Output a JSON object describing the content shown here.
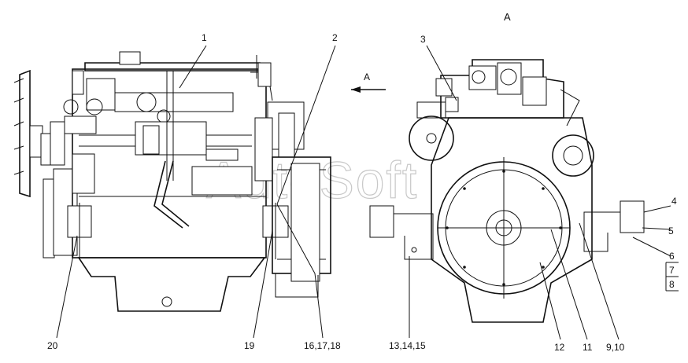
{
  "view_label": "A",
  "arrow_label": "A",
  "watermark": "AutoSoft",
  "callouts": [
    {
      "id": "c1",
      "text": "1"
    },
    {
      "id": "c2",
      "text": "2"
    },
    {
      "id": "c3",
      "text": "3"
    },
    {
      "id": "c4",
      "text": "4"
    },
    {
      "id": "c5",
      "text": "5"
    },
    {
      "id": "c6",
      "text": "6"
    },
    {
      "id": "c7",
      "text": "7"
    },
    {
      "id": "c8",
      "text": "8"
    },
    {
      "id": "c9",
      "text": "9,10"
    },
    {
      "id": "c11",
      "text": "11"
    },
    {
      "id": "c12",
      "text": "12"
    },
    {
      "id": "c13",
      "text": "13,14,15"
    },
    {
      "id": "c16",
      "text": "16,17,18"
    },
    {
      "id": "c19",
      "text": "19"
    },
    {
      "id": "c20",
      "text": "20"
    }
  ]
}
